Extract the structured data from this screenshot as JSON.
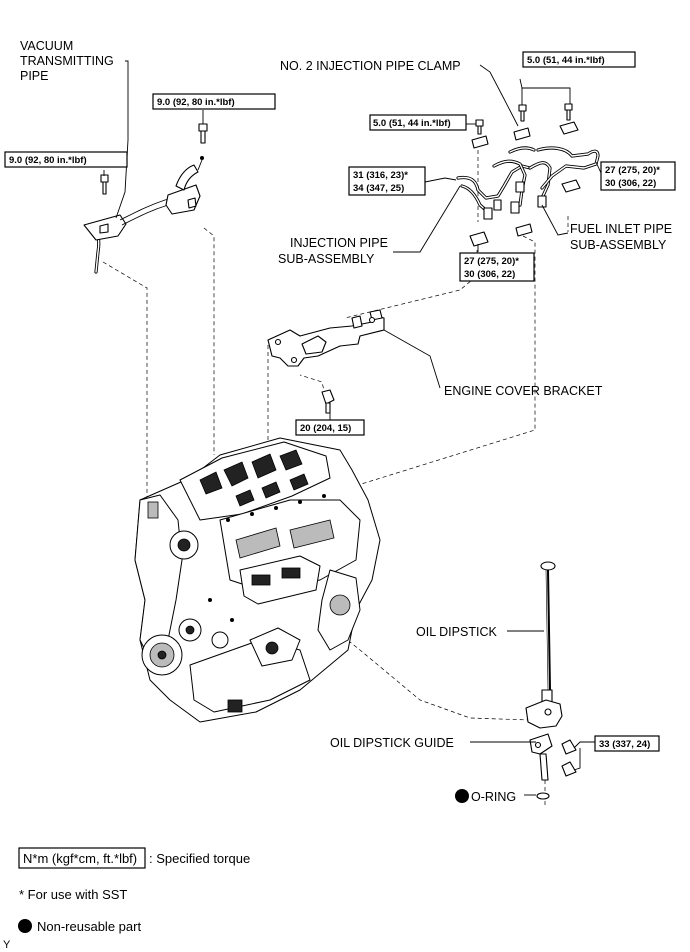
{
  "labels": {
    "vacuum_pipe": [
      "VACUUM",
      "TRANSMITTING",
      "PIPE"
    ],
    "clamp": "NO. 2 INJECTION PIPE CLAMP",
    "injection_pipe": [
      "INJECTION PIPE",
      "SUB-ASSEMBLY"
    ],
    "fuel_inlet_pipe": [
      "FUEL INLET PIPE",
      "SUB-ASSEMBLY"
    ],
    "engine_cover_bracket": "ENGINE COVER BRACKET",
    "oil_dipstick": "OIL DIPSTICK",
    "oil_dipstick_guide": "OIL DIPSTICK GUIDE",
    "o_ring": "O-RING"
  },
  "torques": {
    "t_vacuum_left": "9.0 (92, 80 in.*lbf)",
    "t_vacuum_top": "9.0 (92, 80 in.*lbf)",
    "t_clamp_top": "5.0 (51, 44 in.*lbf)",
    "t_clamp_left": "5.0 (51, 44 in.*lbf)",
    "t_inj_left": [
      "31 (316, 23)*",
      "34 (347, 25)"
    ],
    "t_inj_bottom": [
      "27 (275, 20)*",
      "30 (306, 22)"
    ],
    "t_fuel_right": [
      "27 (275, 20)*",
      "30 (306, 22)"
    ],
    "t_bracket": "20 (204, 15)",
    "t_guide": "33 (337, 24)"
  },
  "legend": {
    "unit_box": "N*m (kgf*cm, ft.*lbf)",
    "unit_text": ": Specified torque",
    "sst_note": "* For use with SST",
    "nonreusable": "Non-reusable part"
  },
  "corner_mark": "Y"
}
